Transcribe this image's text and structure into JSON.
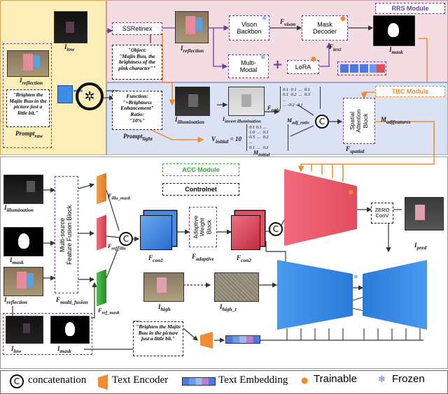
{
  "colors": {
    "prompt_panel": "#fdeeb9",
    "rrs_panel": "#f3dde2",
    "tbc_panel": "#dbe2f4",
    "acc_panel": "#ffffff",
    "accent_orange": "#f28a30",
    "purple": "#6a3d9a",
    "blue_feature": "#3c8ce8",
    "red_feature": "#e24d5e",
    "green_feature": "#33a33a"
  },
  "modules": {
    "rrs": "RRS Module",
    "tbc": "TBC Module",
    "acc": "ACC Module",
    "controlnet": "Controlnet"
  },
  "top_left": {
    "i_low": "I",
    "i_low_sub": "low",
    "i_reflection": "I",
    "i_reflection_sub": "reflection",
    "prompt_text": "\"Brighten the Majin Buu in the picture just a little bit.\"",
    "prompt_raw": "Prompt",
    "prompt_raw_sub": "raw"
  },
  "rrs_block": {
    "ssretinex": "SSRetinex",
    "object_text": "\"Object:\n\"Majin Buu, the brightness of the pink character\"\"",
    "i_reflection_mid": "I",
    "i_reflection_mid_sub": "reflection",
    "vision_backbone": "Vison\nBackbon",
    "f_vison": "F",
    "f_vison_sub": "vison",
    "mask_decoder": "Mask\nDecoder",
    "f_text": "F",
    "f_text_sub": "text",
    "i_mask": "I",
    "i_mask_sub": "mask",
    "multimodal": "Multi-\nModal",
    "lora": "LoRA"
  },
  "tbc_block": {
    "function_text": "Function:\n\"+Brightness Enhancement\"\nRatio:\n\"10%\"",
    "prompt_light": "Prompt",
    "prompt_light_sub": "light",
    "i_illumination": "I",
    "i_illumination_sub": "illumination",
    "i_invert": "I",
    "i_invert_sub": "invert illumination",
    "f_ratio": "F",
    "f_ratio_sub": "ratio",
    "m_adj_ratio": "M",
    "m_adj_ratio_sub": "adj_ratio",
    "v_initial": "V",
    "v_initial_sub": "initial",
    "v_initial_val": " = 10",
    "m_initial": "M",
    "m_initial_sub": "initial",
    "matrix_top": "0.1  0.1  ...  0.1\n0.1  0.2  ...  0.3\n...\n... -0.2 -0.1",
    "matrix_bottom": "0.1 0.1 ...\n1.0  ...  0.1\n0.5  ...  0.2\n...\n0.1  ...  0.1",
    "spatial_attention": "Spatial\nAttention\nBlock",
    "f_spatial": "F",
    "f_spatial_sub": "spatial",
    "m_adj": "M",
    "m_adj_sub": "adjfeatures"
  },
  "acc_block": {
    "i_illumination": "I",
    "i_illumination_sub": "illumination",
    "i_mask": "I",
    "i_mask_sub": "mask",
    "i_reflection": "I",
    "i_reflection_sub": "reflection",
    "i_low": "I",
    "i_low_sub": "low",
    "i_mask2": "I",
    "i_mask2_sub": "mask",
    "fusion_block": "Multi-source\nFeature Fusion Block",
    "f_multi": "F",
    "f_multi_sub": "multi_fusion",
    "f_illu": "F",
    "f_illu_sub": "illu_mask",
    "f_ref_illu": "F",
    "f_ref_illu_sub": "ref_illu",
    "f_ref_mask": "F",
    "f_ref_mask_sub": "ref_mask",
    "f_con1": "F",
    "f_con1_sub": "con1",
    "adaptive": "Adaptive\nWeight\nBlock",
    "f_adaptive": "F",
    "f_adaptive_sub": "adaptive",
    "f_con2": "F",
    "f_con2_sub": "con2",
    "i_high": "I",
    "i_high_sub": "high",
    "i_high_t": "I",
    "i_high_t_sub": "high_t",
    "zero_conv": "ZERO\nConV",
    "i_pred": "I",
    "i_pred_sub": "pred",
    "prompt_text": "\"Brighten the Majin Buu in the picture just a little bit.\""
  },
  "legend": {
    "concat": "concatenation",
    "text_encoder": "Text Encoder",
    "text_embedding": "Text Embedding",
    "trainable": "Trainable",
    "frozen": "Frozen"
  }
}
